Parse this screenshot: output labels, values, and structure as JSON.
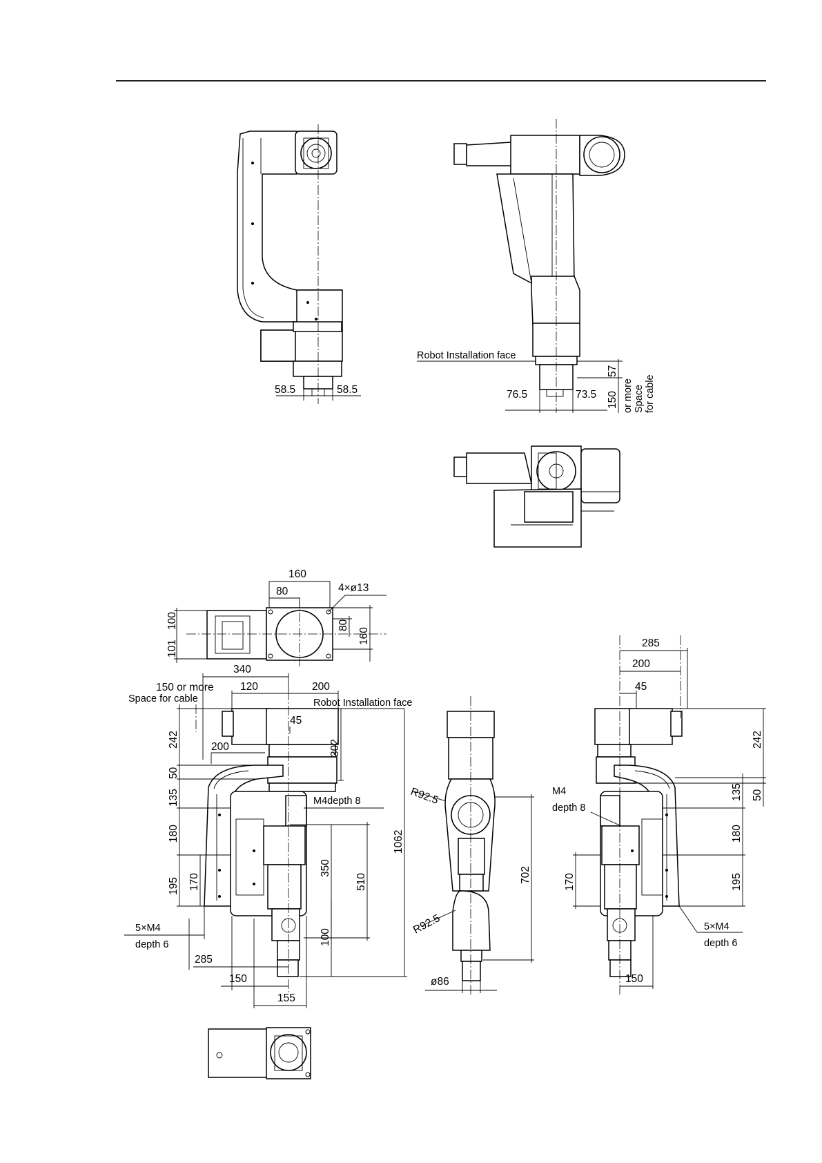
{
  "views": {
    "side_top": {
      "dim_left": "58.5",
      "dim_right": "58.5"
    },
    "front_top": {
      "installation_label": "Robot Installation face",
      "dim_left": "76.5",
      "dim_right": "73.5",
      "dim_57": "57",
      "dim_150": "150",
      "cable_note": [
        "or more",
        "Space",
        "for cable"
      ]
    },
    "base_top": {
      "dim_160_top": "160",
      "dim_80_top": "80",
      "holes": "4×ø13",
      "dim_100": "100",
      "dim_101": "101",
      "dim_80_right": "80",
      "dim_160_right": "160"
    },
    "side_main": {
      "dim_340": "340",
      "dim_150_more": "150 or more",
      "dim_120": "120",
      "dim_200_top": "200",
      "space_cable": "Space for cable",
      "installation_label": "Robot Installation face",
      "dim_45": "45",
      "dim_242": "242",
      "dim_200": "200",
      "dim_302": "302",
      "dim_50": "50",
      "dim_135": "135",
      "dim_180": "180",
      "dim_195": "195",
      "dim_170": "170",
      "m4_label": "M4depth 8",
      "dim_350": "350",
      "dim_510": "510",
      "dim_1062": "1062",
      "dim_100": "100",
      "holes_label": "5×M4",
      "holes_depth": "depth 6",
      "dim_285": "285",
      "dim_150": "150",
      "dim_155": "155"
    },
    "front_main": {
      "radius_top": "R92.5",
      "radius_bottom": "R92.5",
      "dim_702": "702",
      "diameter": "ø86"
    },
    "rear_main": {
      "dim_285": "285",
      "dim_200": "200",
      "dim_45": "45",
      "dim_242": "242",
      "dim_50": "50",
      "dim_135": "135",
      "m4_label": "M4",
      "m4_depth": "depth 8",
      "dim_180": "180",
      "dim_170": "170",
      "dim_195": "195",
      "holes_label": "5×M4",
      "holes_depth": "depth 6",
      "dim_150": "150"
    }
  }
}
